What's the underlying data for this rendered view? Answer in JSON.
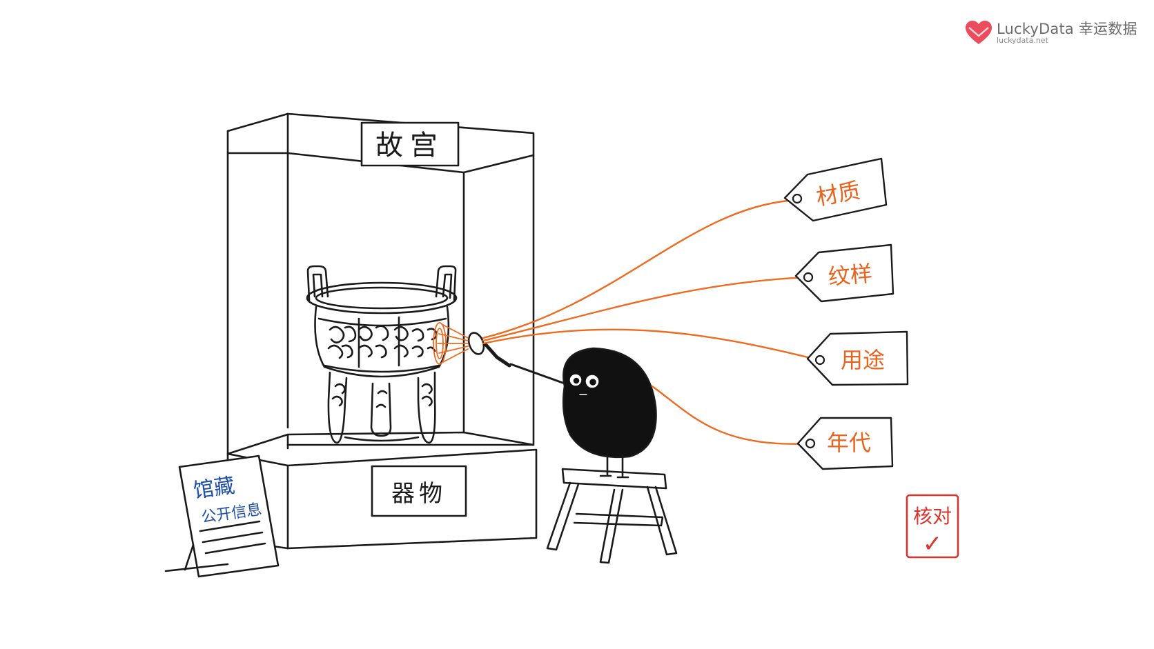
{
  "brand": {
    "name": "LuckyData 幸运数据",
    "url": "luckydata.net",
    "color": "#e8394d"
  },
  "cabinet": {
    "top_sign": "故宫",
    "base_label": "器物"
  },
  "placard": {
    "title": "馆藏",
    "subtitle": "公开信息"
  },
  "tags": [
    {
      "label": "材质"
    },
    {
      "label": "纹样"
    },
    {
      "label": "用途"
    },
    {
      "label": "年代"
    }
  ],
  "stamp": {
    "label": "核对",
    "mark": "✓",
    "color": "#d9332b"
  },
  "colors": {
    "ink": "#1a1a1a",
    "tag_text": "#e8641e",
    "string": "#ee6a1f",
    "placard_text": "#1f4fa3"
  }
}
